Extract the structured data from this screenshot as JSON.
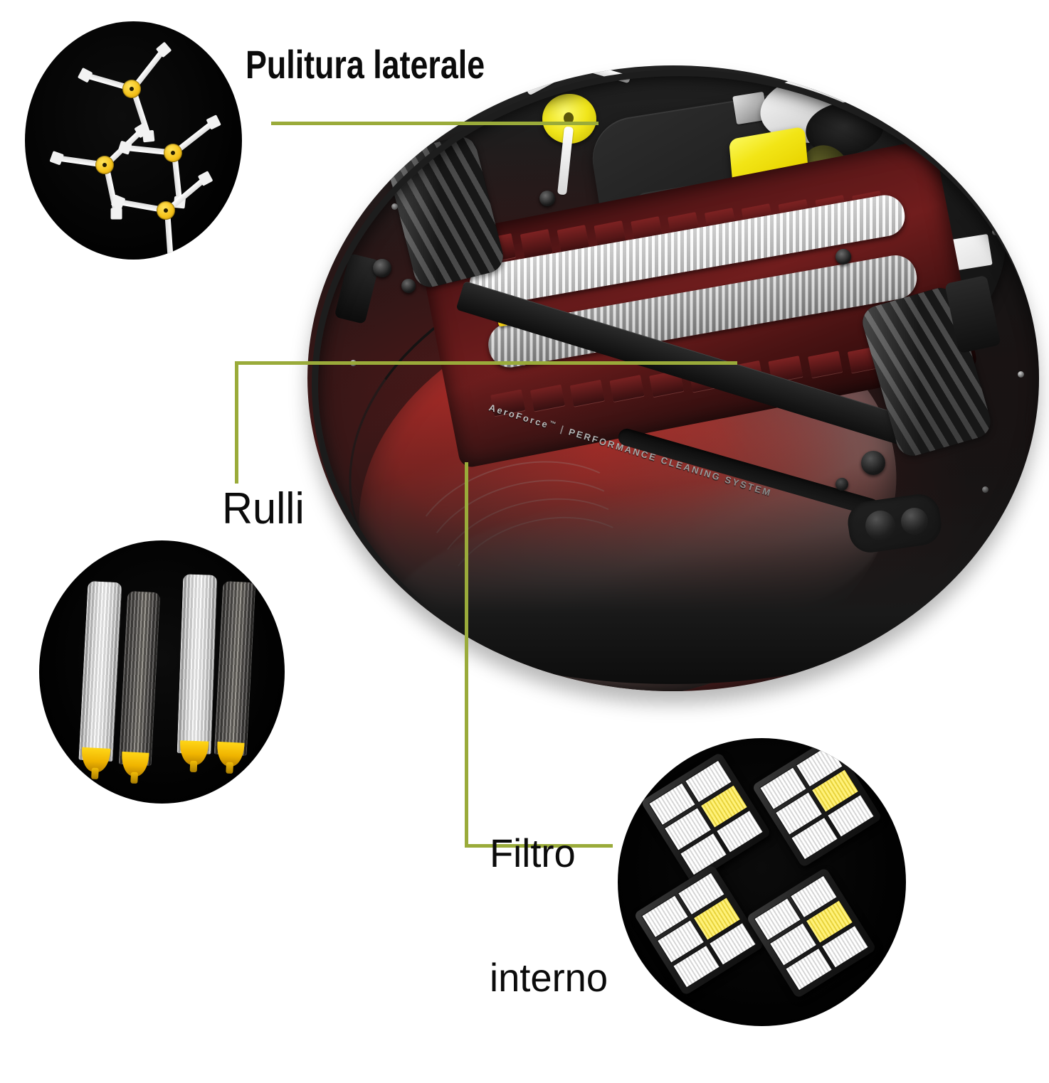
{
  "page": {
    "title": "Pulitura laterale",
    "language": "it",
    "background_color": "#ffffff",
    "leader_line_color": "#9aab3a",
    "accent_yellow": "#f0e51a",
    "robot_body_color": "#1a1a1a",
    "bin_color": "#6b3333"
  },
  "callouts": [
    {
      "id": "side-cleaning",
      "label": "Pulitura laterale",
      "label_lines": [
        "Pulitura laterale"
      ],
      "bubble": "side-brushes",
      "bubble_contents": "4 spazzole laterali a 3 bracci con mozzo giallo",
      "part_count": 4
    },
    {
      "id": "rollers",
      "label": "Rulli",
      "label_lines": [
        "Rulli"
      ],
      "bubble": "rollers",
      "bubble_contents": "2 coppie di rulli estrattori, chiaro e scuro, con tappi gialli",
      "part_count": 4
    },
    {
      "id": "inner-filter",
      "label": "Filtro interno",
      "label_lines": [
        "Filtro",
        "interno"
      ],
      "bubble": "filters",
      "bubble_contents": "4 filtri HEPA con telaio nero e fascia gialla",
      "part_count": 4
    }
  ],
  "robot": {
    "brand_mark": "AeroForce",
    "trademark": "™",
    "separator": "|",
    "tagline": "PERFORMANCE CLEANING SYSTEM",
    "view": "underside",
    "parts_visible": [
      "side-brush",
      "left-wheel",
      "right-wheel",
      "extractor-rollers",
      "bin-latch",
      "bin-handle",
      "caster-wheel",
      "warning-label",
      "cliff-sensors"
    ]
  },
  "bubbles": {
    "side_brushes": {
      "name": "spazzole laterali",
      "count": 4,
      "hub_color": "#f0c21a",
      "bristle_color": "#ffffff",
      "background": "#050505"
    },
    "rollers": {
      "name": "rulli estrattori",
      "count": 4,
      "light_color": "#e9e9e9",
      "dark_color": "#6d6a66",
      "cap_color": "#f0b400",
      "background": "#000000"
    },
    "filters": {
      "name": "filtri interni",
      "count": 4,
      "frame_color": "#1b1b1b",
      "media_color": "#ffffff",
      "accent_color": "#e8d33c",
      "background": "#000000"
    }
  }
}
